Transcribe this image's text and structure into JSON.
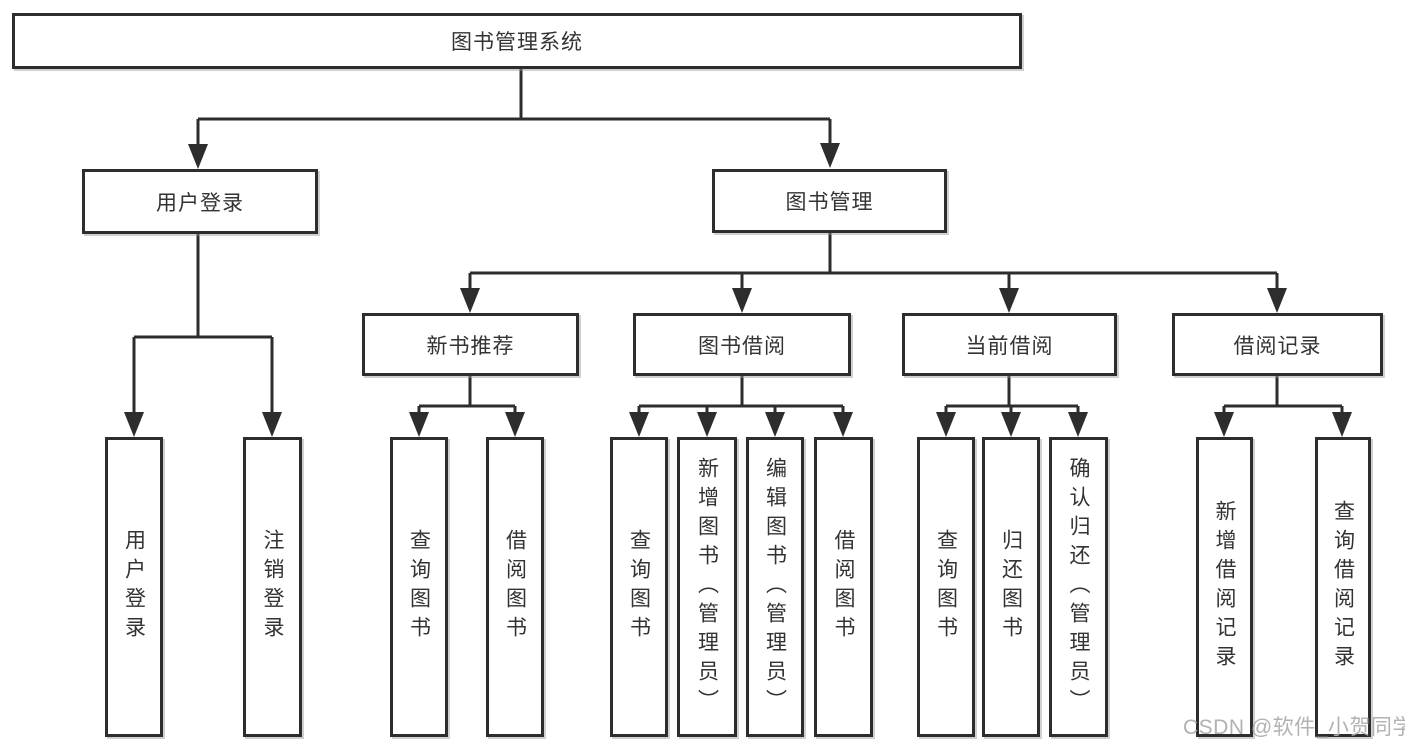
{
  "diagram": {
    "root": {
      "label": "图书管理系统"
    },
    "children": [
      {
        "label": "用户登录",
        "children": [
          {
            "label": "用户登录"
          },
          {
            "label": "注销登录"
          }
        ]
      },
      {
        "label": "图书管理",
        "children": [
          {
            "label": "新书推荐",
            "children": [
              {
                "label": "查询图书"
              },
              {
                "label": "借阅图书"
              }
            ]
          },
          {
            "label": "图书借阅",
            "children": [
              {
                "label": "查询图书"
              },
              {
                "label": "新增图书（管理员）"
              },
              {
                "label": "编辑图书（管理员）"
              },
              {
                "label": "借阅图书"
              }
            ]
          },
          {
            "label": "当前借阅",
            "children": [
              {
                "label": "查询图书"
              },
              {
                "label": "归还图书"
              },
              {
                "label": "确认归还（管理员）"
              }
            ]
          },
          {
            "label": "借阅记录",
            "children": [
              {
                "label": "新增借阅记录"
              },
              {
                "label": "查询借阅记录"
              }
            ]
          }
        ]
      }
    ]
  },
  "watermark": {
    "text": "CSDN @软件_小贺同学"
  },
  "colors": {
    "line": "#2d2d2d",
    "text": "#333333",
    "background": "#ffffff",
    "watermark": "#aeaeae"
  }
}
